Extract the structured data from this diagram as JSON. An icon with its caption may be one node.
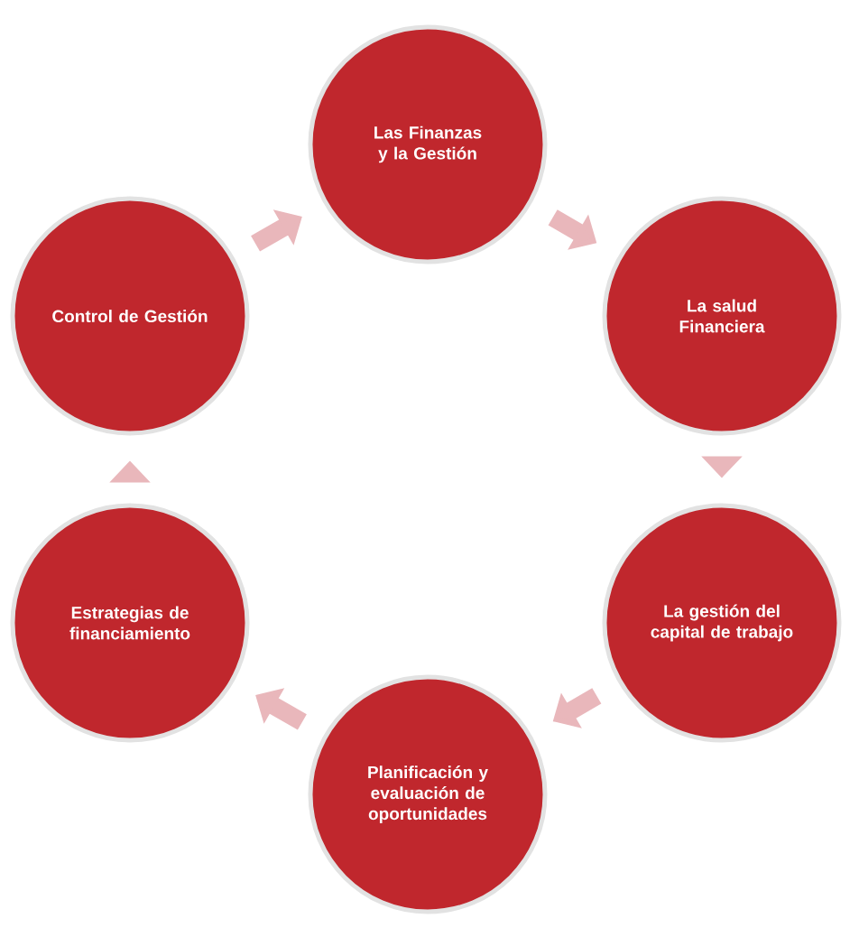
{
  "diagram": {
    "nodes": [
      {
        "text": [
          "Las Finanzas y la Gestión"
        ]
      },
      {
        "text": [
          "La salud Financiera"
        ]
      },
      {
        "text": [
          "La gestión del capital de trabajo"
        ]
      },
      {
        "text": [
          "Planificación y evaluación de oportunidades"
        ]
      },
      {
        "text": [
          "Estrategias de financiamiento"
        ]
      },
      {
        "text": [
          "Control de Gestión"
        ]
      }
    ],
    "edges": [
      {
        "from": 0,
        "to": 1,
        "arrow": "to"
      },
      {
        "from": 1,
        "to": 2,
        "arrow": "to"
      },
      {
        "from": 2,
        "to": 3,
        "arrow": "to"
      },
      {
        "from": 3,
        "to": 4,
        "arrow": "to"
      },
      {
        "from": 4,
        "to": 5,
        "arrow": "to"
      },
      {
        "from": 5,
        "to": 0,
        "arrow": "to"
      }
    ]
  }
}
